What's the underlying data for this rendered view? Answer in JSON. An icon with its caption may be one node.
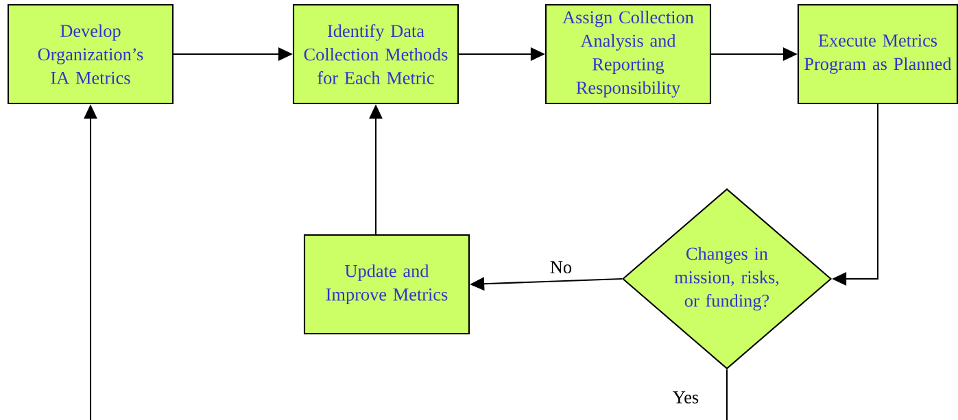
{
  "diagram": {
    "nodes": [
      {
        "text": [
          "Develop Organization’s IA Metrics"
        ]
      },
      {
        "text": [
          "Identify Data Collection Methods for Each Metric"
        ]
      },
      {
        "text": [
          "Assign Collection Analysis and Reporting Responsibility"
        ]
      },
      {
        "text": [
          "Execute Metrics Program as Planned"
        ]
      },
      {
        "text": [
          "Update and Improve Metrics"
        ]
      },
      {
        "text": [
          "Changes in mission, risks, or funding?"
        ]
      }
    ],
    "edges": [
      {
        "from": 0,
        "to": 1,
        "arrow": "to"
      },
      {
        "from": 1,
        "to": 2,
        "arrow": "to"
      },
      {
        "from": 2,
        "to": 3,
        "arrow": "to"
      },
      {
        "from": 3,
        "to": 5,
        "arrow": "to"
      },
      {
        "from": 5,
        "to": 4,
        "arrow": "to",
        "label": "No"
      },
      {
        "from": 4,
        "to": 1,
        "arrow": "to"
      },
      {
        "from": 5,
        "to": null,
        "arrow": "none",
        "label": "Yes"
      },
      {
        "from": null,
        "to": 0,
        "arrow": "to"
      }
    ]
  }
}
